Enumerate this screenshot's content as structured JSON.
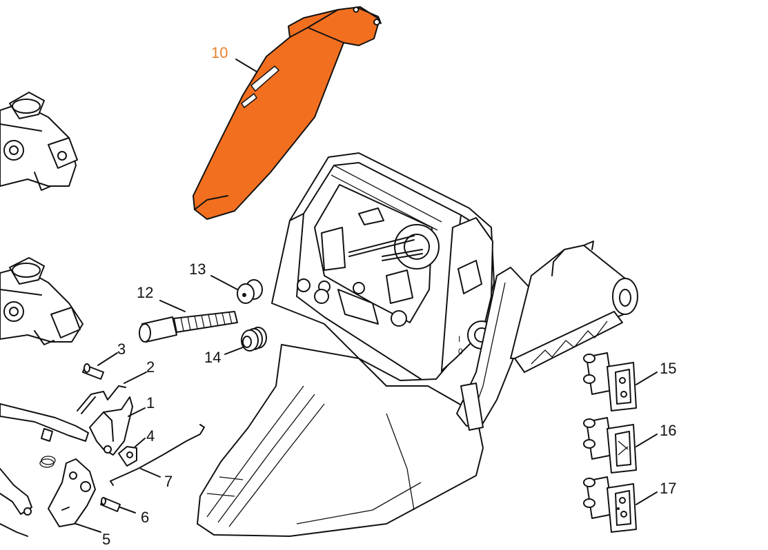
{
  "diagram": {
    "highlight_color": "#f26f1f",
    "highlight_label_color": "#e8822c",
    "callouts": [
      {
        "id": "10",
        "text": "10",
        "highlighted": true
      },
      {
        "id": "13",
        "text": "13"
      },
      {
        "id": "12",
        "text": "12"
      },
      {
        "id": "3",
        "text": "3"
      },
      {
        "id": "2",
        "text": "2"
      },
      {
        "id": "1",
        "text": "1"
      },
      {
        "id": "4",
        "text": "4"
      },
      {
        "id": "7",
        "text": "7"
      },
      {
        "id": "6",
        "text": "6"
      },
      {
        "id": "5",
        "text": "5"
      },
      {
        "id": "14",
        "text": "14"
      },
      {
        "id": "15",
        "text": "15"
      },
      {
        "id": "16",
        "text": "16"
      },
      {
        "id": "17",
        "text": "17"
      }
    ],
    "housing_marks": {
      "on": "I",
      "off": "0"
    }
  }
}
